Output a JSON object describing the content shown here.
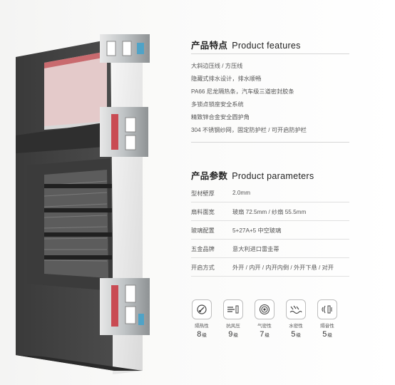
{
  "features": {
    "title_cn": "产品特点",
    "title_en": "Product features",
    "items": [
      "大斜边压线 / 方压线",
      "隐藏式排水设计，排水顺畅",
      "PA66 尼龙隔热条，汽车级三道密封胶条",
      "多锁点锁座安全系统",
      "精致锌合金安全圆护角",
      "304 不锈钢纱网，固定防护栏 / 可开启防护栏"
    ]
  },
  "parameters": {
    "title_cn": "产品参数",
    "title_en": "Product parameters",
    "rows": [
      {
        "key": "型材壁厚",
        "value": "2.0mm"
      },
      {
        "key": "扇料面宽",
        "value": "玻扇 72.5mm / 纱扇 55.5mm"
      },
      {
        "key": "玻璃配置",
        "value": "5+27A+5 中空玻璃"
      },
      {
        "key": "五金品牌",
        "value": "意大利进口雷圭蒂"
      },
      {
        "key": "开启方式",
        "value": "外开 / 内开 / 内开内倒 / 外开下悬 / 对开"
      }
    ]
  },
  "performance": [
    {
      "icon": "thermometer-icon",
      "label": "隔热性",
      "level": "8",
      "unit": "级"
    },
    {
      "icon": "wind-pressure-icon",
      "label": "抗风压",
      "level": "9",
      "unit": "级"
    },
    {
      "icon": "airtight-icon",
      "label": "气密性",
      "level": "7",
      "unit": "级"
    },
    {
      "icon": "water-tight-icon",
      "label": "水密性",
      "level": "5",
      "unit": "级"
    },
    {
      "icon": "sound-insulation-icon",
      "label": "隔音性",
      "level": "5",
      "unit": "级"
    }
  ]
}
